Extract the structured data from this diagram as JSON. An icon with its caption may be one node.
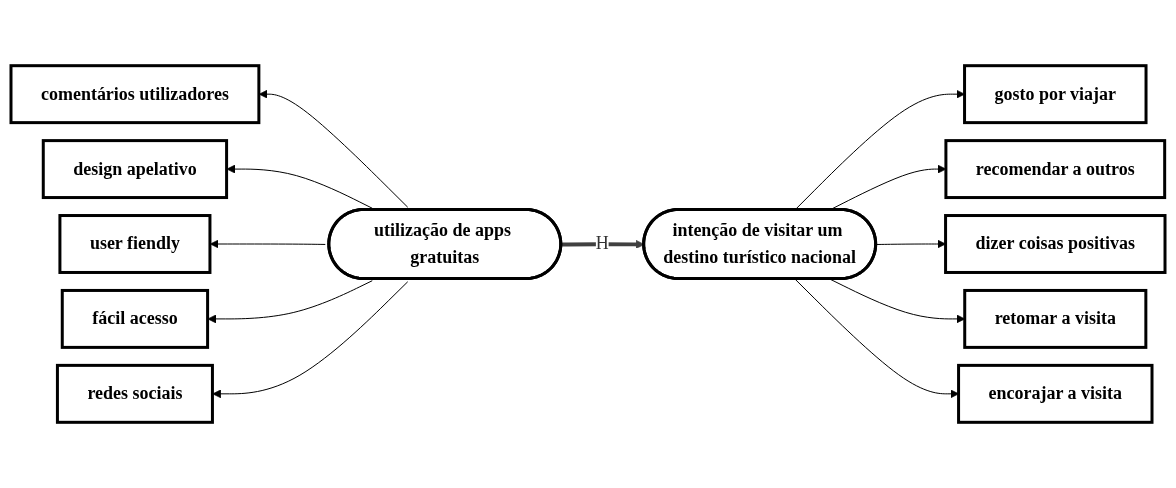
{
  "diagram": {
    "nodes": [
      {
        "text": [
          "comentários utilizadores"
        ]
      },
      {
        "text": [
          "design apelativo"
        ]
      },
      {
        "text": [
          "user fiendly"
        ]
      },
      {
        "text": [
          "fácil acesso"
        ]
      },
      {
        "text": [
          "redes sociais"
        ]
      },
      {
        "text": [
          "utilização de apps gratuitas"
        ]
      },
      {
        "text": [
          "intenção de visitar um destino turístico nacional"
        ]
      },
      {
        "text": [
          "gosto por viajar"
        ]
      },
      {
        "text": [
          "recomendar a outros"
        ]
      },
      {
        "text": [
          "dizer coisas positivas"
        ]
      },
      {
        "text": [
          "retomar a visita"
        ]
      },
      {
        "text": [
          "encorajar a visita"
        ]
      }
    ],
    "edges": [
      {
        "from": 5,
        "to": 0,
        "arrow": "to"
      },
      {
        "from": 5,
        "to": 1,
        "arrow": "to"
      },
      {
        "from": 5,
        "to": 2,
        "arrow": "to"
      },
      {
        "from": 5,
        "to": 3,
        "arrow": "to"
      },
      {
        "from": 5,
        "to": 4,
        "arrow": "to"
      },
      {
        "from": 5,
        "to": 6,
        "arrow": "to",
        "label": "H",
        "style": "thick",
        "color": "#404040"
      },
      {
        "from": 6,
        "to": 7,
        "arrow": "to"
      },
      {
        "from": 6,
        "to": 8,
        "arrow": "to"
      },
      {
        "from": 6,
        "to": 9,
        "arrow": "to"
      },
      {
        "from": 6,
        "to": 10,
        "arrow": "to"
      },
      {
        "from": 6,
        "to": 11,
        "arrow": "to"
      }
    ]
  }
}
